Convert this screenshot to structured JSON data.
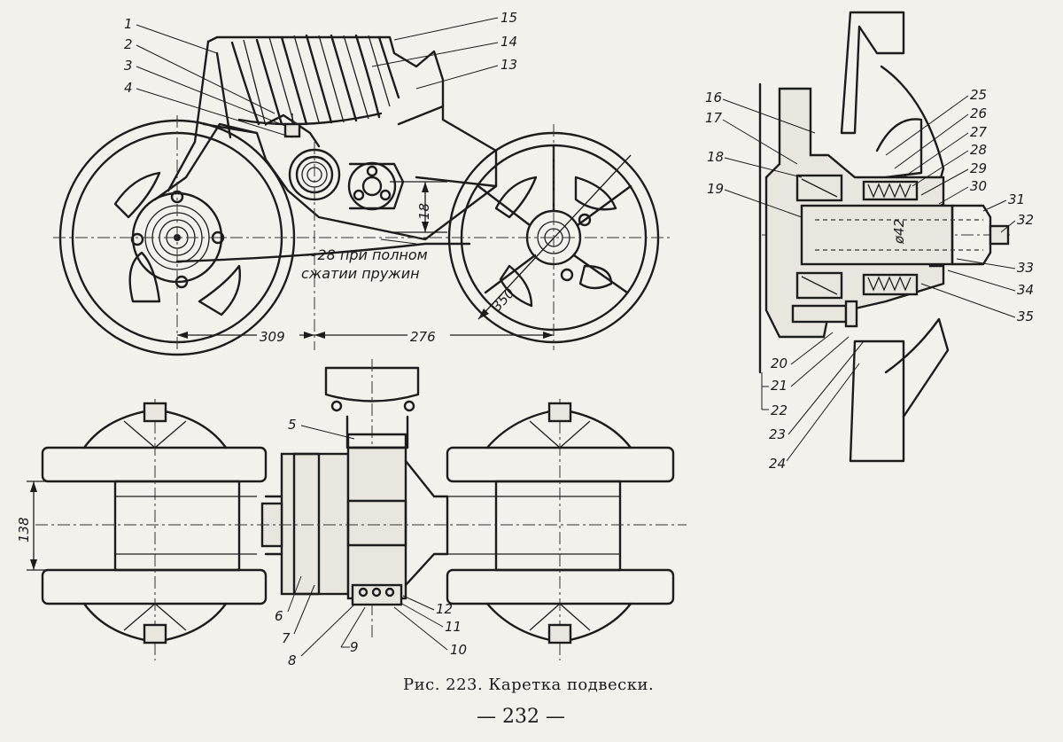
{
  "figure": {
    "caption": "Рис. 223. Каретка подвески.",
    "page_number": "— 232 —"
  },
  "dimensions": {
    "d309": "309",
    "d276": "276",
    "d350": "350",
    "d18": "18",
    "d138": "138",
    "shaft": "ø42",
    "note_line1": "~28 при полном",
    "note_line2": "сжатии пружин"
  },
  "labels": [
    "1",
    "2",
    "3",
    "4",
    "5",
    "6",
    "7",
    "8",
    "9",
    "10",
    "11",
    "12",
    "13",
    "14",
    "15",
    "16",
    "17",
    "18",
    "19",
    "20",
    "21",
    "22",
    "23",
    "24",
    "25",
    "26",
    "27",
    "28",
    "29",
    "30",
    "31",
    "32",
    "33",
    "34",
    "35"
  ],
  "colors": {
    "ink": "#1c1c1c",
    "paper": "#f3f1ec"
  }
}
